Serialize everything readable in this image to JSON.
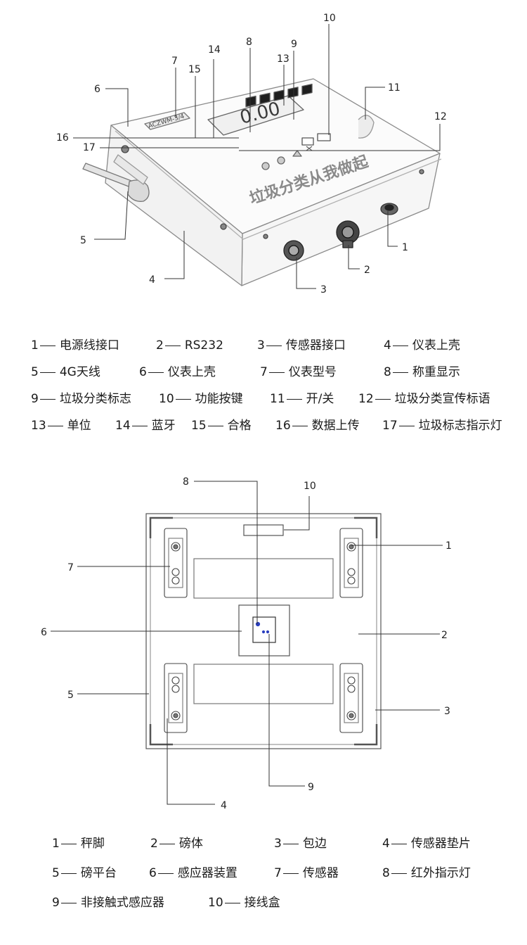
{
  "diagram1": {
    "callouts": [
      "1",
      "2",
      "3",
      "4",
      "5",
      "6",
      "7",
      "8",
      "9",
      "10",
      "11",
      "12",
      "13",
      "14",
      "15",
      "16",
      "17"
    ],
    "model_text": "ACZWM-3/4",
    "display_text": "0.00",
    "slogan": "垃圾分类从我做起"
  },
  "legend1": [
    {
      "num": "1",
      "label": "电源线接口"
    },
    {
      "num": "2",
      "label": "RS232"
    },
    {
      "num": "3",
      "label": "传感器接口"
    },
    {
      "num": "4",
      "label": "仪表上壳"
    },
    {
      "num": "5",
      "label": "4G天线"
    },
    {
      "num": "6",
      "label": "仪表上壳"
    },
    {
      "num": "7",
      "label": "仪表型号"
    },
    {
      "num": "8",
      "label": "称重显示"
    },
    {
      "num": "9",
      "label": "垃圾分类标志"
    },
    {
      "num": "10",
      "label": "功能按键"
    },
    {
      "num": "11",
      "label": "开/关"
    },
    {
      "num": "12",
      "label": "垃圾分类宣传标语"
    },
    {
      "num": "13",
      "label": "单位"
    },
    {
      "num": "14",
      "label": "蓝牙"
    },
    {
      "num": "15",
      "label": "合格"
    },
    {
      "num": "16",
      "label": "数据上传"
    },
    {
      "num": "17",
      "label": "垃圾标志指示灯"
    }
  ],
  "diagram2": {
    "callouts": [
      "1",
      "2",
      "3",
      "4",
      "5",
      "6",
      "7",
      "8",
      "9",
      "10"
    ]
  },
  "legend2": [
    {
      "num": "1",
      "label": "秤脚"
    },
    {
      "num": "2",
      "label": "磅体"
    },
    {
      "num": "3",
      "label": "包边"
    },
    {
      "num": "4",
      "label": "传感器垫片"
    },
    {
      "num": "5",
      "label": "磅平台"
    },
    {
      "num": "6",
      "label": "感应器装置"
    },
    {
      "num": "7",
      "label": "传感器"
    },
    {
      "num": "8",
      "label": "红外指示灯"
    },
    {
      "num": "9",
      "label": "非接触式感应器"
    },
    {
      "num": "10",
      "label": "接线盒"
    }
  ],
  "colors": {
    "line": "#333333",
    "sketch": "#8a8a8a",
    "text": "#1a1a1a",
    "accent": "#2a3fbf"
  }
}
